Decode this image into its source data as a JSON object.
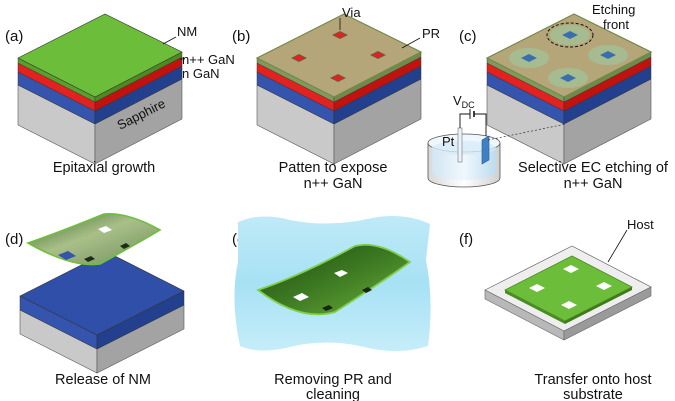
{
  "panels": {
    "a": {
      "label": "(a)",
      "caption": [
        "Epitaxial growth"
      ],
      "tags": {
        "nm": "NM",
        "npp": "n++ GaN",
        "n": "n GaN",
        "sapphire": "Sapphire"
      }
    },
    "b": {
      "label": "(b)",
      "caption": [
        "Patten to expose",
        "n++ GaN"
      ],
      "tags": {
        "via": "Via",
        "pr": "PR"
      }
    },
    "c": {
      "label": "(c)",
      "caption": [
        "Selective EC etching of",
        "n++ GaN"
      ],
      "tags": {
        "etching1": "Etching",
        "etching2": "front",
        "vdc": "V",
        "vdc_sub": "DC",
        "pt": "Pt"
      }
    },
    "d": {
      "label": "(d)",
      "caption": [
        "Release of NM"
      ]
    },
    "e": {
      "label": "(e)",
      "caption": [
        "Removing PR and",
        "cleaning"
      ]
    },
    "f": {
      "label": "(f)",
      "caption": [
        "Transfer onto host",
        "substrate"
      ],
      "tags": {
        "host": "Host"
      }
    }
  },
  "colors": {
    "nm_green": "#6fbf3c",
    "red_layer": "#e31a1c",
    "blue_layer": "#2f4fa8",
    "sapphire_grey": "#b9b9b9",
    "pr_tan": "#b8a77a",
    "water": "#a9e3f5"
  }
}
